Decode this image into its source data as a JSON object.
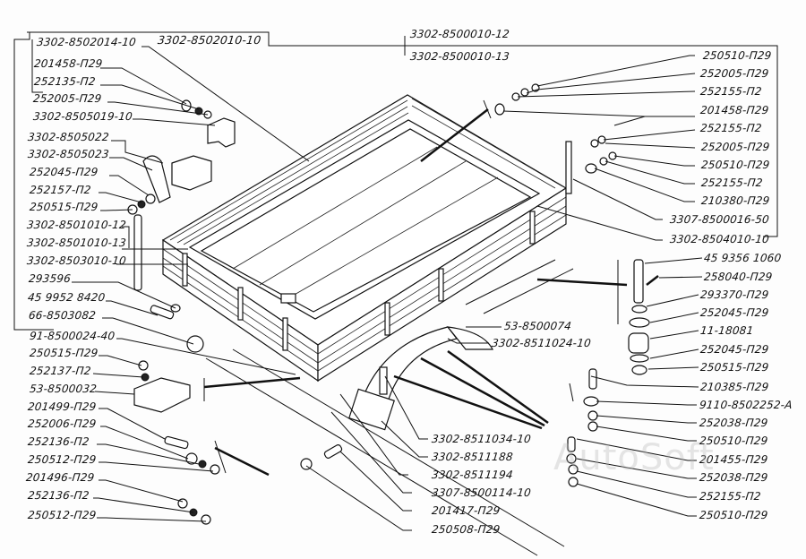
{
  "diagram": {
    "type": "exploded-parts-diagram",
    "subject": "Truck cargo platform (bed) assembly",
    "watermark": "AutoSoft",
    "assembly_labels": {
      "main_frame": "3302-8502010-10",
      "platform_a": "3302-8500010-12",
      "platform_b": "3302-8500010-13"
    },
    "left_labels": [
      "3302-8502014-10",
      "201458-П29",
      "252135-П2",
      "252005-П29",
      "3302-8505019-10",
      "3302-8505022",
      "3302-8505023",
      "252045-П29",
      "252157-П2",
      "250515-П29",
      "3302-8501010-12",
      "3302-8501010-13",
      "3302-8503010-10",
      "293596",
      "45 9952 8420",
      "66-8503082",
      "91-8500024-40",
      "250515-П29",
      "252137-П2",
      "53-8500032",
      "201499-П29",
      "252006-П29",
      "252136-П2",
      "250512-П29",
      "201496-П29",
      "252136-П2",
      "250512-П29"
    ],
    "right_labels": [
      "250510-П29",
      "252005-П29",
      "252155-П2",
      "201458-П29",
      "252155-П2",
      "252005-П29",
      "250510-П29",
      "252155-П2",
      "210380-П29",
      "3307-8500016-50",
      "3302-8504010-10",
      "45 9356 1060",
      "258040-П29",
      "293370-П29",
      "252045-П29",
      "11-18081",
      "252045-П29",
      "250515-П29",
      "210385-П29",
      "9110-8502252-А",
      "252038-П29",
      "250510-П29",
      "201455-П29",
      "252038-П29",
      "252155-П2",
      "250510-П29"
    ],
    "center_labels": [
      "53-8500074",
      "3302-8511024-10",
      "3302-8511034-10",
      "3302-8511188",
      "3302-8511194",
      "3307-8500114-10",
      "201417-П29",
      "250508-П29"
    ]
  }
}
